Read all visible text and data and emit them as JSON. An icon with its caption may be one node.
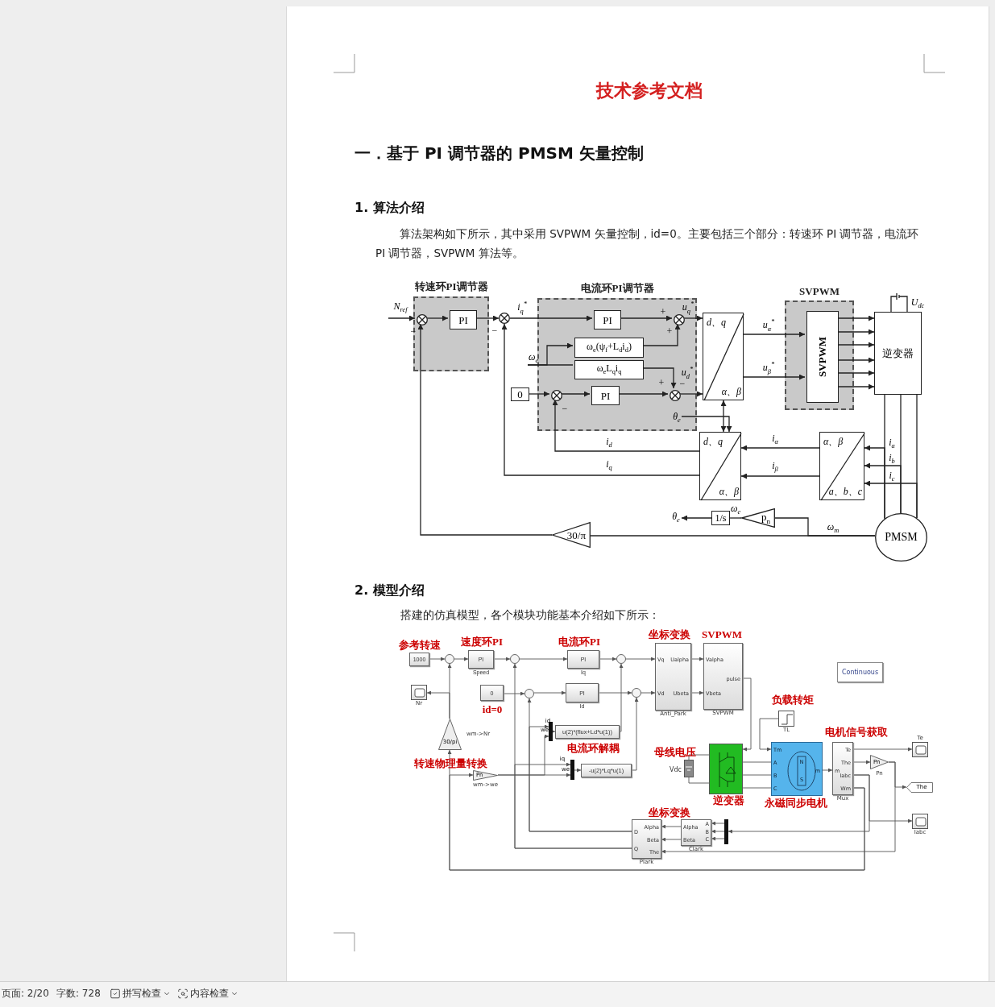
{
  "diagram": {
    "title": "技术参考文档",
    "nodes": [
      {
        "text": [
          "转速环PI调节器"
        ]
      },
      {
        "text": [],
        "shape": "circle",
        "in": 0
      },
      {
        "text": [
          "PI"
        ],
        "in": 0
      },
      {
        "text": [],
        "shape": "circle"
      },
      {
        "text": [
          "电流环PI调节器"
        ]
      },
      {
        "text": [
          "PI"
        ],
        "in": 4
      },
      {
        "text": [],
        "shape": "circle",
        "in": 4
      },
      {
        "text": [
          "ω$_{e}$(ψ$_{f}$+L$_{d}$i$_{d}$)"
        ],
        "in": 4
      },
      {
        "text": [
          "ω$_{e}$L$_{q}$i$_{q}$"
        ],
        "in": 4
      },
      {
        "text": [
          "0"
        ]
      },
      {
        "text": [],
        "shape": "circle",
        "in": 4
      },
      {
        "text": [
          "PI"
        ],
        "in": 4
      },
      {
        "text": [],
        "shape": "circle",
        "in": 4
      },
      {
        "text": [
          "d、q",
          "α、β"
        ]
      },
      {
        "text": [
          "SVPWM"
        ]
      },
      {
        "text": [
          "SVPWM"
        ],
        "in": 14
      },
      {
        "text": [
          "逆变器"
        ]
      },
      {
        "text": [
          "d、q",
          "α、β"
        ]
      },
      {
        "text": [
          "α、β",
          "a、b、c"
        ]
      },
      {
        "text": [
          "1/s"
        ]
      },
      {
        "text": [
          "p$_{n}$"
        ]
      },
      {
        "text": [
          "PMSM"
        ]
      },
      {
        "text": [
          "30/π"
        ]
      },
      {
        "text": [
          "θ$_{e}$"
        ],
        "in": 4
      },
      {
        "text": [
          "θ$_{e}$"
        ]
      },
      {
        "text": [
          "1000"
        ]
      },
      {
        "text": [],
        "shape": "circle"
      },
      {
        "text": [
          "PI"
        ],
        "beside": [
          "Speed"
        ]
      },
      {
        "text": [],
        "shape": "circle"
      },
      {
        "text": [
          "PI"
        ],
        "beside": [
          "Iq"
        ]
      },
      {
        "text": [],
        "shape": "circle"
      },
      {
        "text": [
          "Vq",
          "Ualpha",
          "Vd",
          "Ubeta"
        ],
        "beside": [
          "Anti_Park"
        ]
      },
      {
        "text": [
          "Valpha",
          "pulse",
          "Vbeta"
        ],
        "beside": [
          "SVPWM"
        ]
      },
      {
        "text": [
          "Continuous"
        ]
      },
      {
        "text": [],
        "shape": "box",
        "beside": [
          "Nr"
        ]
      },
      {
        "text": [
          "0"
        ]
      },
      {
        "text": [],
        "shape": "circle"
      },
      {
        "text": [
          "PI"
        ],
        "beside": [
          "Id"
        ]
      },
      {
        "text": [],
        "shape": "circle"
      },
      {
        "text": [
          "30/pi"
        ],
        "beside": [
          "wm->Nr"
        ]
      },
      {
        "text": [],
        "shape": "bar"
      },
      {
        "text": [
          "u(2)*(flux+Ld*u(1))"
        ]
      },
      {
        "text": [],
        "shape": "box",
        "beside": [
          "TL"
        ]
      },
      {
        "text": [],
        "shape": "box"
      },
      {
        "text": [
          "Tm",
          "A",
          "B",
          "C",
          "m",
          "N",
          "S"
        ]
      },
      {
        "text": [
          "m",
          "Te",
          "The",
          "Iabc",
          "Wm"
        ],
        "beside": [
          "Mux"
        ]
      },
      {
        "text": [],
        "shape": "box",
        "beside": [
          "Te"
        ]
      },
      {
        "text": [
          "Pn"
        ],
        "beside": [
          "Pn"
        ]
      },
      {
        "text": [],
        "shape": "bar"
      },
      {
        "text": [
          "-u(2)*Lq*u(1)"
        ]
      },
      {
        "text": [],
        "shape": "battery",
        "beside": [
          "Vdc"
        ]
      },
      {
        "text": [
          "Pn"
        ],
        "beside": [
          "wm->we"
        ]
      },
      {
        "text": [
          "The"
        ]
      },
      {
        "text": [],
        "shape": "box",
        "beside": [
          "Iabc"
        ]
      },
      {
        "text": [
          "A",
          "Alpha",
          "B",
          "Beta",
          "C"
        ],
        "beside": [
          "Clark"
        ]
      },
      {
        "text": [],
        "shape": "bar"
      },
      {
        "text": [
          "Alpha",
          "D",
          "Beta",
          "Q",
          "The"
        ],
        "beside": [
          "Plark"
        ]
      }
    ],
    "edges": [
      {
        "from": null,
        "to": 1,
        "arrow": "to",
        "label": "N$_{ref}$"
      },
      {
        "from": 1,
        "to": 2,
        "arrow": "to"
      },
      {
        "from": 2,
        "to": 3,
        "arrow": "to"
      },
      {
        "from": 3,
        "to": 5,
        "arrow": "to",
        "label": "i$_{q}$$^{*}$"
      },
      {
        "from": 5,
        "to": 6,
        "arrow": "to"
      },
      {
        "from": 7,
        "to": 6,
        "arrow": "to"
      },
      {
        "from": 8,
        "to": 12,
        "arrow": "to"
      },
      {
        "from": null,
        "to": 7,
        "arrow": "to",
        "label": "ω$_{e}$"
      },
      {
        "from": null,
        "to": 8,
        "arrow": "none"
      },
      {
        "from": 9,
        "to": 10,
        "arrow": "to"
      },
      {
        "from": 10,
        "to": 11,
        "arrow": "to"
      },
      {
        "from": 11,
        "to": 12,
        "arrow": "to"
      },
      {
        "from": 6,
        "to": 13,
        "arrow": "to",
        "label": "u$_{q}$$^{*}$"
      },
      {
        "from": 12,
        "to": 13,
        "arrow": "to",
        "label": "u$_{d}$$^{*}$"
      },
      {
        "from": 13,
        "to": 15,
        "arrow": "to",
        "label": "u$_{α}$$^{*}$"
      },
      {
        "from": 13,
        "to": 15,
        "arrow": "to",
        "label": "u$_{β}$$^{*}$"
      },
      {
        "from": 15,
        "to": 16,
        "arrow": "to"
      },
      {
        "from": 15,
        "to": 16,
        "arrow": "to"
      },
      {
        "from": 15,
        "to": 16,
        "arrow": "to"
      },
      {
        "from": 15,
        "to": 16,
        "arrow": "to"
      },
      {
        "from": 15,
        "to": 16,
        "arrow": "to"
      },
      {
        "from": 15,
        "to": 16,
        "arrow": "to"
      },
      {
        "from": 17,
        "to": 13,
        "arrow": "both"
      },
      {
        "from": 23,
        "to": 17,
        "arrow": "to"
      },
      {
        "from": 17,
        "to": 10,
        "arrow": "to",
        "label": "i$_{d}$"
      },
      {
        "from": 17,
        "to": 3,
        "arrow": "to",
        "label": "i$_{q}$"
      },
      {
        "from": 18,
        "to": 17,
        "arrow": "to",
        "label": "i$_{α}$"
      },
      {
        "from": 18,
        "to": 17,
        "arrow": "to",
        "label": "i$_{β}$"
      },
      {
        "from": 16,
        "to": 21,
        "arrow": "none"
      },
      {
        "from": 16,
        "to": 21,
        "arrow": "none"
      },
      {
        "from": 16,
        "to": 21,
        "arrow": "none"
      },
      {
        "from": 21,
        "to": 18,
        "arrow": "to",
        "label": "i$_{a}$"
      },
      {
        "from": 21,
        "to": 18,
        "arrow": "to",
        "label": "i$_{b}$"
      },
      {
        "from": 21,
        "to": 18,
        "arrow": "to",
        "label": "i$_{c}$"
      },
      {
        "from": 21,
        "to": 22,
        "arrow": "none",
        "label": "ω$_{m}$"
      },
      {
        "from": 21,
        "to": 20,
        "arrow": "none"
      },
      {
        "from": 20,
        "to": 19,
        "arrow": "none",
        "label": "ω$_{e}$"
      },
      {
        "from": 19,
        "to": 24,
        "arrow": "to"
      },
      {
        "from": 22,
        "to": 1,
        "arrow": "to"
      },
      {
        "from": 25,
        "to": 26,
        "arrow": "to"
      },
      {
        "from": 26,
        "to": 27,
        "arrow": "to"
      },
      {
        "from": 27,
        "to": 28,
        "arrow": "to"
      },
      {
        "from": 28,
        "to": 29,
        "arrow": "to"
      },
      {
        "from": 29,
        "to": 30,
        "arrow": "to"
      },
      {
        "from": 30,
        "to": 31,
        "arrow": "to"
      },
      {
        "from": 35,
        "to": 36,
        "arrow": "to"
      },
      {
        "from": 36,
        "to": 37,
        "arrow": "to"
      },
      {
        "from": 37,
        "to": 38,
        "arrow": "to"
      },
      {
        "from": 38,
        "to": 31,
        "arrow": "to"
      },
      {
        "from": 31,
        "to": 32,
        "arrow": "to"
      },
      {
        "from": 31,
        "to": 32,
        "arrow": "to"
      },
      {
        "from": 32,
        "to": 43,
        "arrow": "to"
      },
      {
        "from": 50,
        "to": 43,
        "arrow": "none"
      },
      {
        "from": 50,
        "to": 43,
        "arrow": "none"
      },
      {
        "from": 43,
        "to": 44,
        "arrow": "none"
      },
      {
        "from": 43,
        "to": 44,
        "arrow": "none"
      },
      {
        "from": 43,
        "to": 44,
        "arrow": "none"
      },
      {
        "from": 42,
        "to": 44,
        "arrow": "to"
      },
      {
        "from": 44,
        "to": 45,
        "arrow": "to"
      },
      {
        "from": 45,
        "to": 46,
        "arrow": "to"
      },
      {
        "from": 45,
        "to": 47,
        "arrow": "to"
      },
      {
        "from": 47,
        "to": 52,
        "arrow": "to"
      },
      {
        "from": 45,
        "to": 53,
        "arrow": "to"
      },
      {
        "from": 45,
        "to": 55,
        "arrow": "to"
      },
      {
        "from": 55,
        "to": 54,
        "arrow": "to"
      },
      {
        "from": 55,
        "to": 54,
        "arrow": "to"
      },
      {
        "from": 55,
        "to": 54,
        "arrow": "to"
      },
      {
        "from": 54,
        "to": 56,
        "arrow": "to"
      },
      {
        "from": 54,
        "to": 56,
        "arrow": "to"
      },
      {
        "from": 47,
        "to": 56,
        "arrow": "to"
      },
      {
        "from": 56,
        "to": 36,
        "arrow": "to"
      },
      {
        "from": 56,
        "to": 28,
        "arrow": "to"
      },
      {
        "from": 45,
        "to": 39,
        "arrow": "to"
      },
      {
        "from": 39,
        "to": 26,
        "arrow": "to"
      },
      {
        "from": 39,
        "to": 34,
        "arrow": "to"
      },
      {
        "from": 45,
        "to": 51,
        "arrow": "to"
      },
      {
        "from": 51,
        "to": 40,
        "arrow": "to",
        "label": "we"
      },
      {
        "from": 51,
        "to": 48,
        "arrow": "to",
        "label": "we"
      },
      {
        "from": 56,
        "to": 40,
        "arrow": "to",
        "label": "id"
      },
      {
        "from": 56,
        "to": 48,
        "arrow": "to",
        "label": "iq"
      },
      {
        "from": 40,
        "to": 41,
        "arrow": "to"
      },
      {
        "from": 48,
        "to": 49,
        "arrow": "to"
      },
      {
        "from": 41,
        "to": 30,
        "arrow": "to"
      },
      {
        "from": 49,
        "to": 38,
        "arrow": "to"
      }
    ],
    "labels": [
      "一．基于 PI 调节器的 PMSM 矢量控制",
      "1. 算法介绍",
      "算法架构如下所示，其中采用 SVPWM 矢量控制，id=0。主要包括三个部分：转速环 PI 调节器，电流环 PI 调节器，SVPWM 算法等。",
      "U$_{dc}$",
      "+",
      "−",
      "−",
      "+",
      "+",
      "−",
      "−",
      "2. 模型介绍",
      "搭建的仿真模型，各个模块功能基本介绍如下所示：",
      "参考转速",
      "速度环PI",
      "电流环PI",
      "坐标变换",
      "SVPWM",
      "id=0",
      "负载转矩",
      "电机信号获取",
      "电流环解耦",
      "母线电压",
      "转速物理量转换",
      "逆变器",
      "永磁同步电机",
      "坐标变换",
      "页面: 2/20",
      "字数: 728",
      "拼写检查",
      "内容检查"
    ]
  }
}
